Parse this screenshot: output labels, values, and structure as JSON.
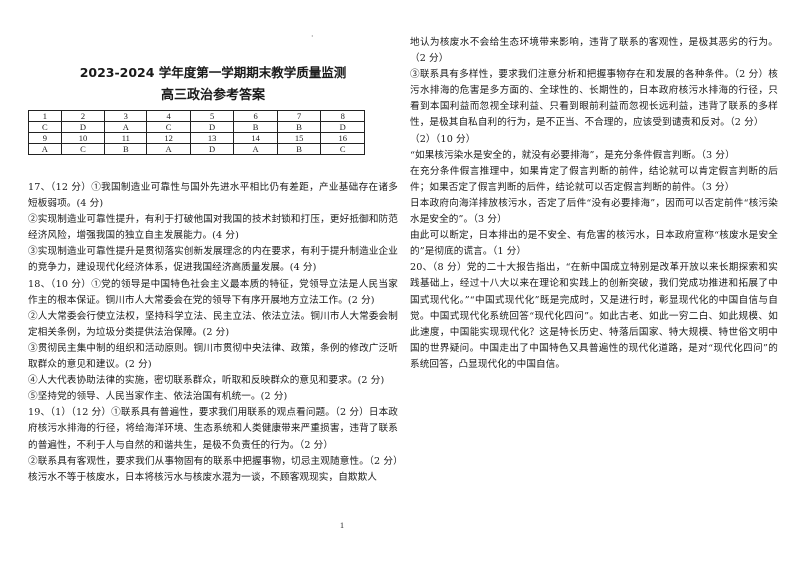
{
  "header": {
    "title": "2023-2024 学年度第一学期期末教学质量监测",
    "subtitle": "高三政治参考答案"
  },
  "answer_table": [
    [
      "1",
      "2",
      "3",
      "4",
      "5",
      "6",
      "7",
      "8"
    ],
    [
      "C",
      "D",
      "A",
      "C",
      "D",
      "B",
      "B",
      "D"
    ],
    [
      "9",
      "10",
      "11",
      "12",
      "13",
      "14",
      "15",
      "16"
    ],
    [
      "A",
      "C",
      "B",
      "A",
      "D",
      "A",
      "B",
      "C"
    ]
  ],
  "left_paragraphs": [
    "17、（12 分）①我国制造业可靠性与国外先进水平相比仍有差距，产业基础存在诸多短板弱项。(4 分)",
    "②实现制造业可靠性提升，有利于打破他国对我国的技术封锁和打压，更好抵御和防范经济风险，增强我国的独立自主发展能力。(4 分)",
    "③实现制造业可靠性提升是贯彻落实创新发展理念的内在要求，有利于提升制造业企业的竞争力，建设现代化经济体系，促进我国经济高质量发展。(4 分)",
    "18、（10 分）①党的领导是中国特色社会主义最本质的特征，党领导立法是人民当家作主的根本保证。铜川市人大常委会在党的领导下有序开展地方立法工作。(2 分)",
    "②人大常委会行使立法权，坚持科学立法、民主立法、依法立法。铜川市人大常委会制定相关条例，为垃圾分类提供法治保障。(2 分)",
    "③贯彻民主集中制的组织和活动原则。铜川市贯彻中央法律、政策，条例的修改广泛听取群众的意见和建议。(2 分)",
    "④人大代表协助法律的实施，密切联系群众，听取和反映群众的意见和要求。(2 分)",
    "⑤坚持党的领导、人民当家作主、依法治国有机统一。(2 分)",
    "19、（1）（12 分）①联系具有普遍性，要求我们用联系的观点看问题。（2 分）日本政府核污水排海的行径，将给海洋环境、生态系统和人类健康带来严重损害，违背了联系的普遍性，不利于人与自然的和谐共生，是极不负责任的行为。（2 分）",
    "②联系具有客观性，要求我们从事物固有的联系中把握事物，切忌主观随意性。（2 分）核污水不等于核废水，日本将核污水与核废水混为一谈，不顾客观现实，自欺欺人"
  ],
  "right_paragraphs": [
    "地认为核废水不会给生态环境带来影响，违背了联系的客观性，是极其恶劣的行为。（2 分）",
    "③联系具有多样性，要求我们注意分析和把握事物存在和发展的各种条件。（2 分）核污水排海的危害是多方面的、全球性的、长期性的，日本政府核污水排海的行径，只看到本国利益而忽视全球利益、只看到眼前利益而忽视长远利益，违背了联系的多样性，是极其自私自利的行为，是不正当、不合理的，应该受到谴责和反对。（2 分）",
    "（2）（10 分）",
    "“如果核污染水是安全的，就没有必要排海”，是充分条件假言判断。（3 分）",
    "在充分条件假言推理中，如果肯定了假言判断的前件，结论就可以肯定假言判断的后件；如果否定了假言判断的后件，结论就可以否定假言判断的前件。（3 分）",
    "日本政府向海洋排放核污水，否定了后件“没有必要排海”，因而可以否定前件“核污染水是安全的”。（3 分）",
    "由此可以断定，日本排出的是不安全、有危害的核污水，日本政府宣称“核废水是安全的”是彻底的谎言。（1 分）",
    "20、（8 分）党的二十大报告指出，“在新中国成立特别是改革开放以来长期探索和实践基础上，经过十八大以来在理论和实践上的创新突破，我们党成功推进和拓展了中国式现代化。”“中国式现代化”既是完成时，又是进行时，彰显现代化的中国自信与自觉。中国式现代化系统回答“现代化四问”。如此古老、如此一穷二白、如此规模、如此速度，中国能实现现代化？这是特长历史、特落后国家、特大规模、特世俗文明中国的世界疑问。中国走出了中国特色又具普遍性的现代化道路，是对“现代化四问”的系统回答，凸显现代化的中国自信。"
  ],
  "page_number": "1"
}
